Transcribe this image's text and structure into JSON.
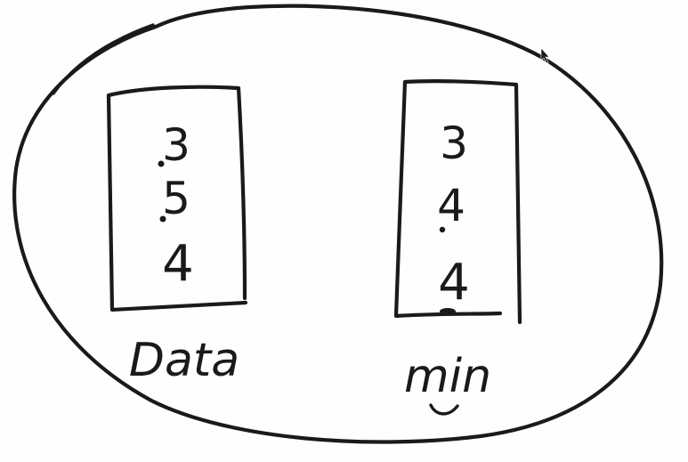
{
  "stacks": [
    {
      "id": "data",
      "label": "Data",
      "items": [
        "3",
        "5",
        "4"
      ]
    },
    {
      "id": "min",
      "label": "min",
      "items": [
        "3",
        "4",
        "4"
      ]
    }
  ],
  "colors": {
    "ink": "#1a1a1a",
    "background": "#fefefe"
  }
}
